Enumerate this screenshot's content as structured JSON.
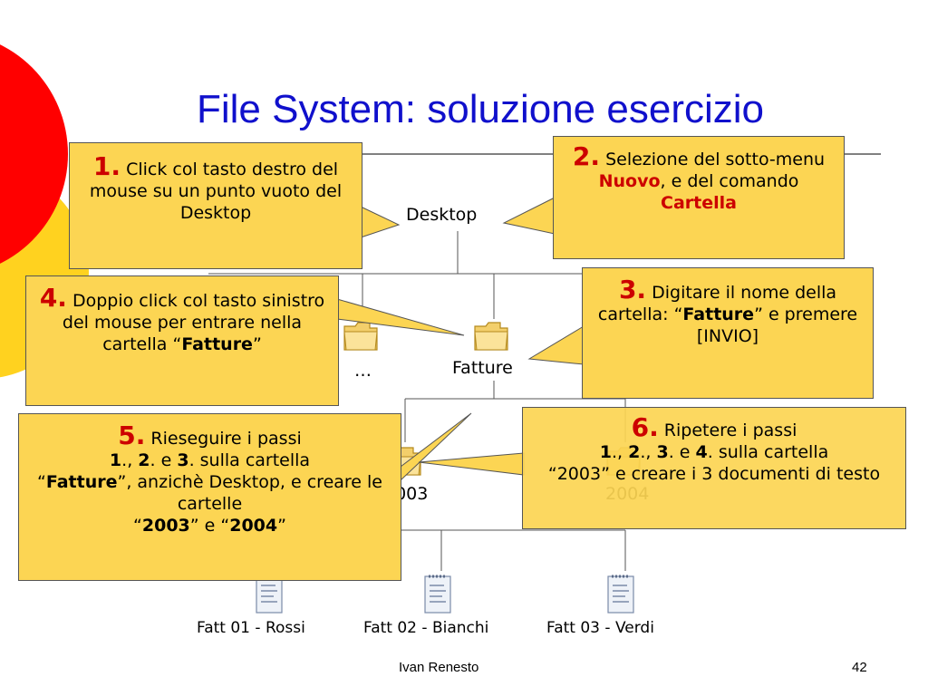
{
  "slide": {
    "title": "File System: soluzione esercizio",
    "footer_author": "Ivan Renesto",
    "page_number": "42"
  },
  "colors": {
    "title": "#1010cc",
    "callout_fill": "#fcd553",
    "accent_red": "#cc0000",
    "deco_red": "#ff0000",
    "deco_yellow": "#ffd21f"
  },
  "tree": {
    "root": "Desktop",
    "ellipsis_left": "…",
    "ellipsis_right": "…",
    "ellipsis_folder": "…",
    "fatture": "Fatture",
    "folder_2003": "2003",
    "folder_2004": "2004",
    "files": [
      "Fatt 01 - Rossi",
      "Fatt 02 - Bianchi",
      "Fatt 03 - Verdi"
    ],
    "icons": {
      "folder": "folder-icon",
      "document": "text-document-icon"
    }
  },
  "callouts": {
    "c1": {
      "num": "1.",
      "text": " Click col tasto destro del mouse su un punto vuoto del Desktop"
    },
    "c2": {
      "num": "2.",
      "text_a": " Selezione del sotto-menu ",
      "bold_a": "Nuovo",
      "text_b": ", e del comando ",
      "bold_b": "Cartella"
    },
    "c3": {
      "num": "3.",
      "text_a": " Digitare il nome della cartella: “",
      "bold_a": "Fatture",
      "text_b": "” e premere [INVIO]"
    },
    "c4": {
      "num": "4.",
      "text_a": " Doppio click col tasto sinistro del mouse per entrare nella cartella “",
      "bold_a": "Fatture",
      "text_b": "”"
    },
    "c5": {
      "num": "5.",
      "line1": " Rieseguire i passi",
      "s1": "1",
      "sep1": "., ",
      "s2": "2",
      "sep2": ". e ",
      "s3": "3",
      "line2_tail": ". sulla cartella",
      "q_open": "“",
      "bold_f": "Fatture",
      "line3_tail": "”, anzichè Desktop, e creare le cartelle",
      "q2": "“",
      "bold_2003": "2003",
      "mid": "” e “",
      "bold_2004": "2004",
      "q_close": "”"
    },
    "c6": {
      "num": "6.",
      "line1": " Ripetere i passi",
      "s1": "1",
      "sep1": "., ",
      "s2": "2",
      "sep2": "., ",
      "s3": "3",
      "sep3": ". e ",
      "s4": "4",
      "line2_tail": ". sulla cartella",
      "line3": "“2003” e creare i 3 documenti di testo"
    }
  }
}
